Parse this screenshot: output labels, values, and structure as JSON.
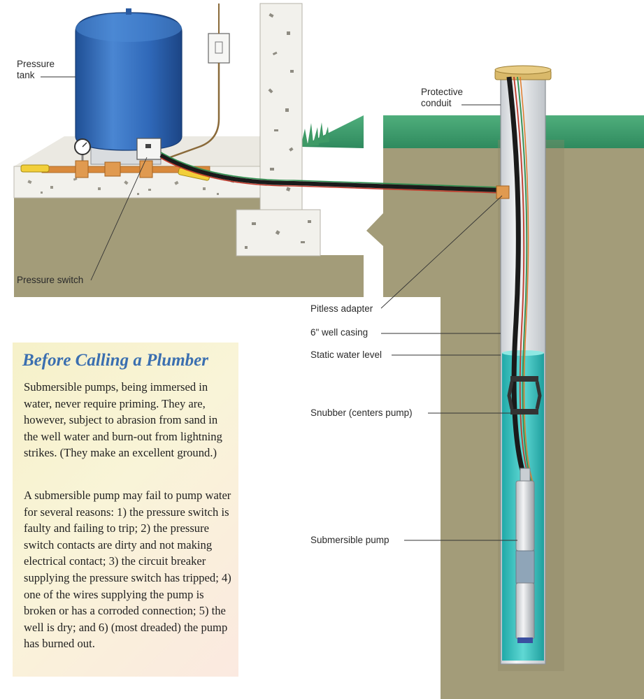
{
  "labels": {
    "pressure_tank": "Pressure tank",
    "pressure_switch": "Pressure switch",
    "protective_conduit": "Protective conduit",
    "pitless_adapter": "Pitless adapter",
    "well_casing": "6\" well casing",
    "static_water_level": "Static water level",
    "snubber": "Snubber (centers pump)",
    "submersible_pump": "Submersible pump"
  },
  "sidebar": {
    "title": "Before Calling a Plumber",
    "paragraph_1": "Submersible pumps, being immersed in water, never require priming. They are, however, subject to abrasion from sand in the well water and burn-out from lightning strikes. (They make an excellent ground.)",
    "paragraph_2": "A submersible pump may fail to pump water for several reasons: 1) the pressure switch is faulty and failing to trip; 2) the pressure switch contacts are dirty and not making electrical contact; 3) the circuit breaker supplying the pressure switch has tripped; 4) one of the wires supplying the pump is broken or has a corroded connection; 5) the well is dry; and 6) (most dreaded) the pump has burned out."
  },
  "colors": {
    "soil": "#a09a78",
    "grass": "#3f9a6c",
    "tank": "#2f68b8",
    "water": "#36c3c0",
    "casing": "#dfe2e5",
    "pipe": "#d98a3c",
    "cap": "#d9b96a",
    "title": "#3b6fb0"
  }
}
